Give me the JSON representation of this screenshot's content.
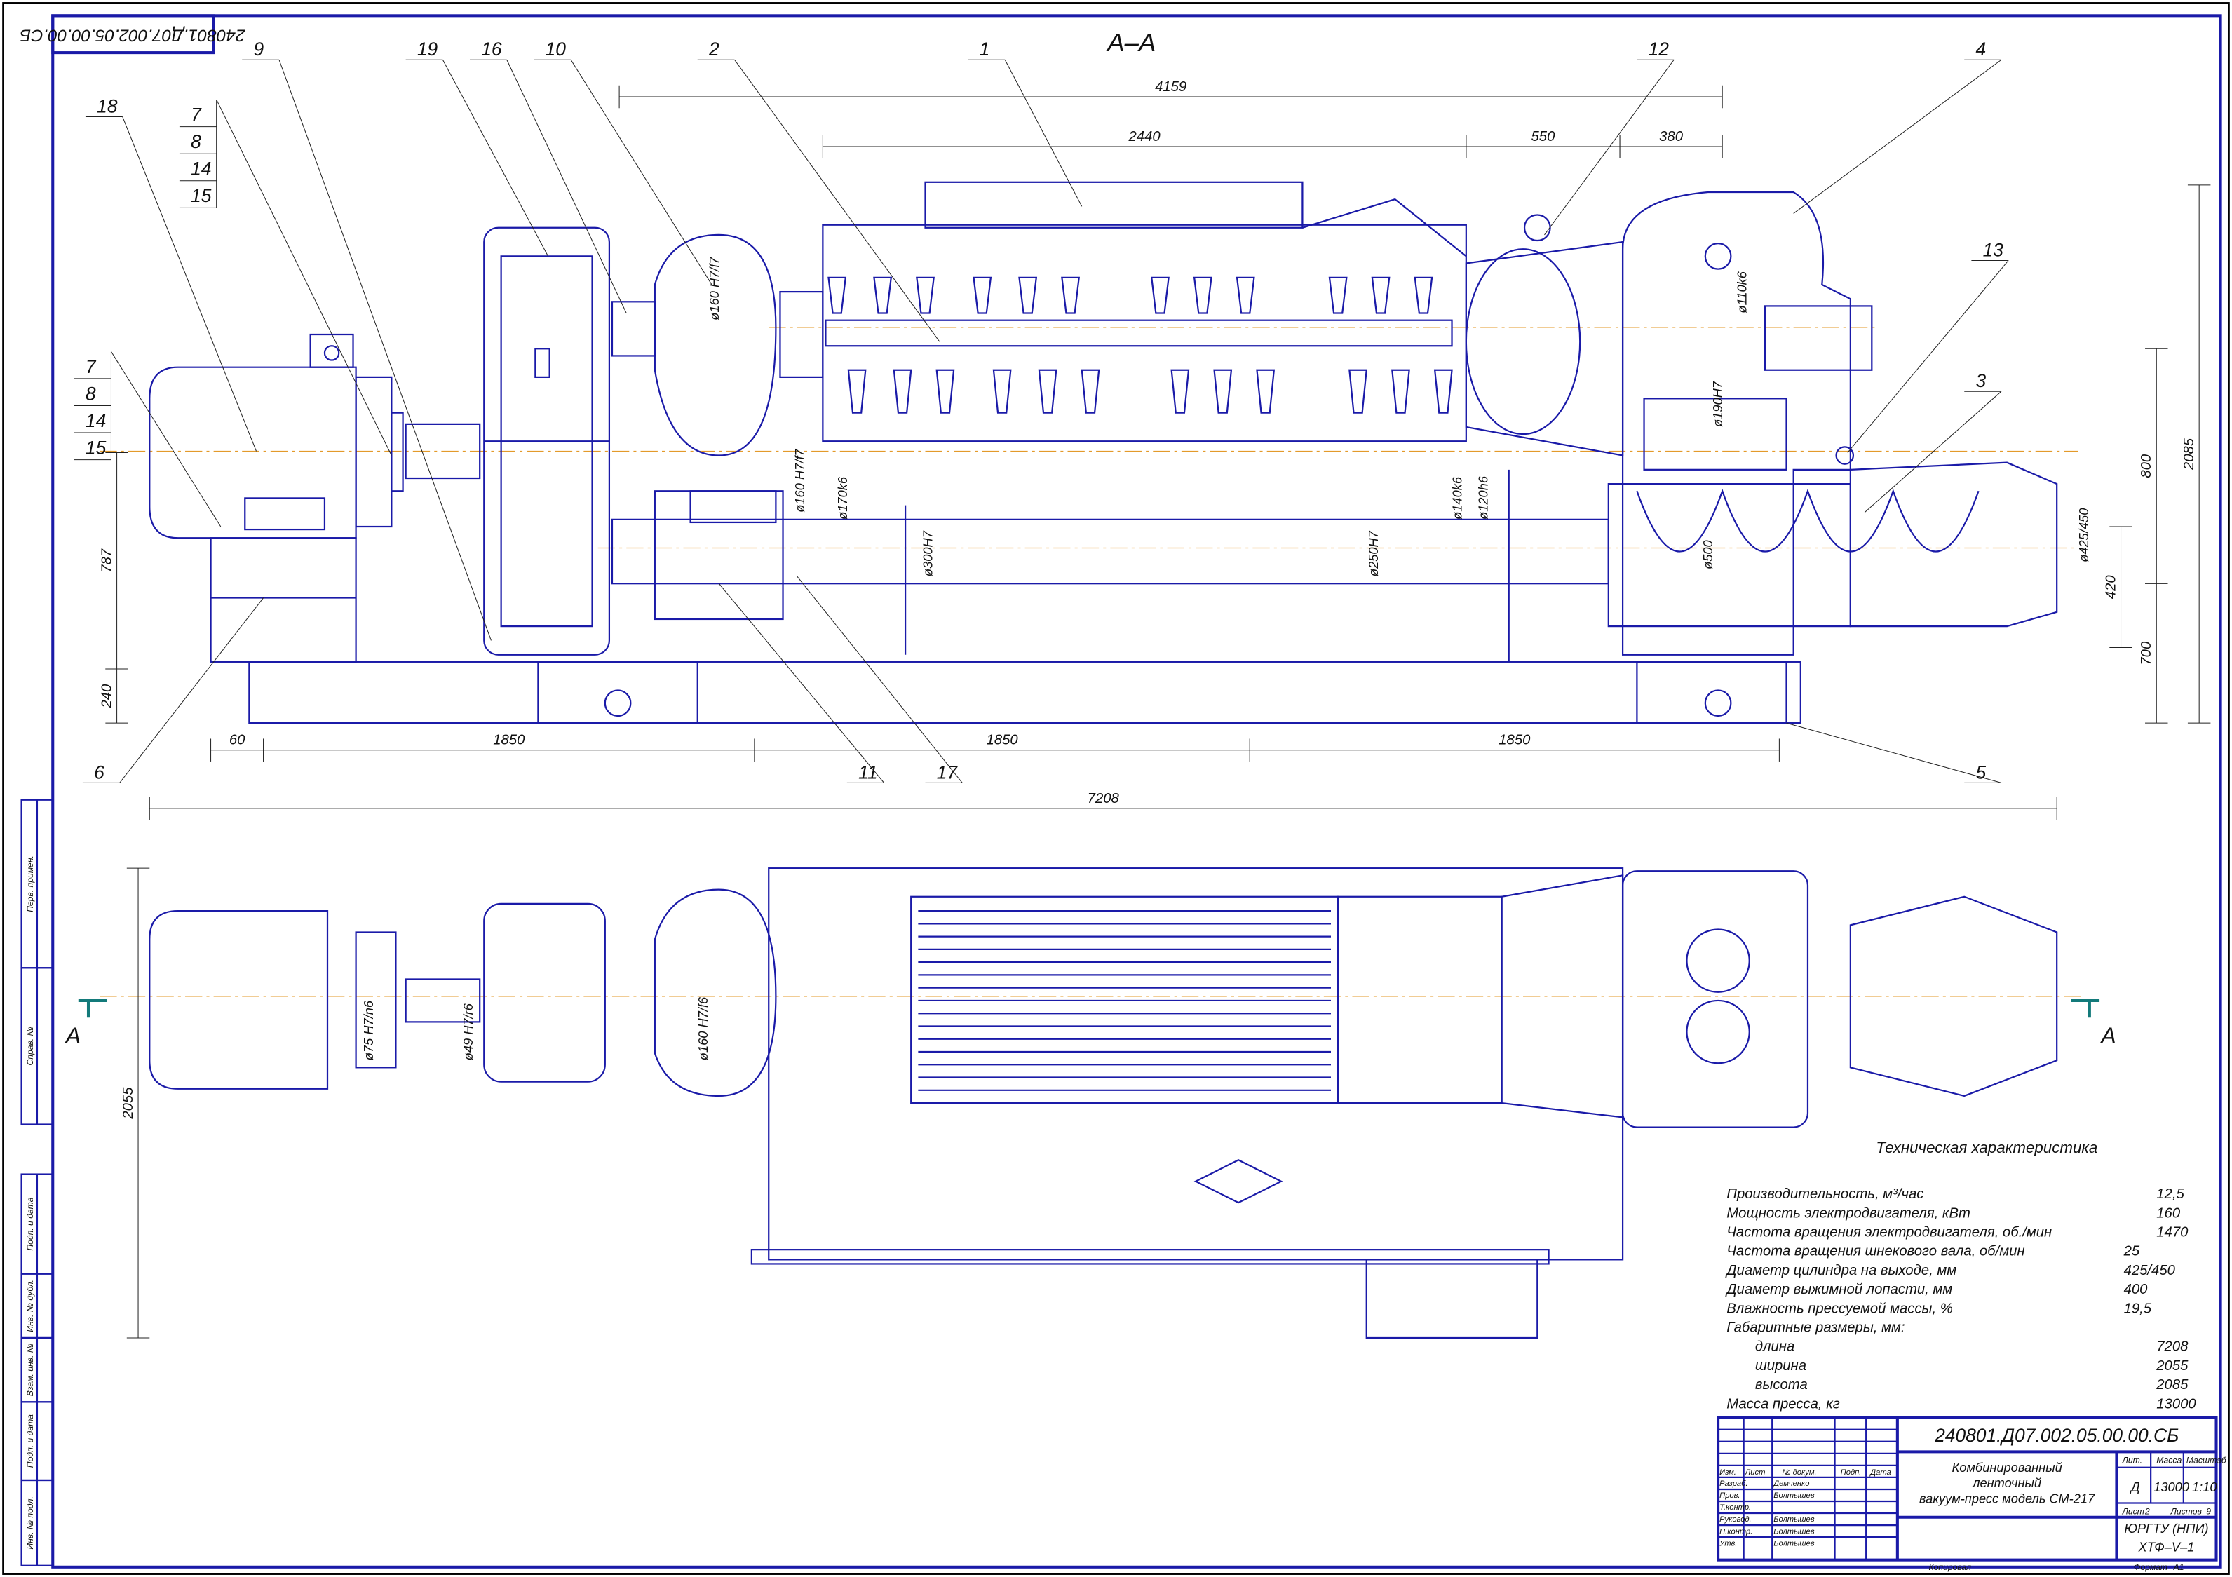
{
  "section_title": "А–А",
  "rotated_stamp": "240801.Д07.002.05.00.00.СБ",
  "position_numbers": {
    "p1": "1",
    "p2": "2",
    "p3": "3",
    "p4": "4",
    "p5": "5",
    "p6": "6",
    "p9": "9",
    "p10": "10",
    "p11": "11",
    "p12": "12",
    "p13": "13",
    "p16": "16",
    "p17": "17",
    "p18": "18",
    "p19": "19",
    "group_a": [
      "7",
      "8",
      "14",
      "15"
    ],
    "group_b": [
      "7",
      "8",
      "14",
      "15"
    ]
  },
  "dimensions": {
    "overall_top": "4159",
    "mixer_len": "2440",
    "d550": "550",
    "d380": "380",
    "h800": "800",
    "h2085": "2085",
    "h787": "787",
    "h240": "240",
    "w60": "60",
    "s1": "1850",
    "s2": "1850",
    "s3": "1850",
    "total_len": "7208",
    "h420": "420",
    "h700": "700",
    "width_2055": "2055"
  },
  "diameters": {
    "pulley": "ø160 H7/f7",
    "shaft_lower_a": "ø160 H7/f7",
    "d170k6": "ø170k6",
    "d300H7": "ø300H7",
    "d140k6": "ø140k6",
    "d120h6": "ø120h6",
    "d250H7": "ø250H7",
    "d500": "ø500",
    "d110k6": "ø110k6",
    "d190H7": "ø190H7",
    "d425": "ø425/450",
    "plan_75": "ø75 H7/n6",
    "plan_49": "ø49 H7/r6",
    "plan_160": "ø160 H7/f6"
  },
  "section_marks": {
    "left": "А",
    "right": "А"
  },
  "tech": {
    "title": "Техническая характеристика",
    "rows": [
      {
        "label": "Производительность, м³/час",
        "value": "12,5"
      },
      {
        "label": "Мощность электродвигателя, кВт",
        "value": "160"
      },
      {
        "label": "Частота вращения электродвигателя, об./мин",
        "value": "1470"
      },
      {
        "label": "Частота вращения шнекового вала, об/мин",
        "value": "25"
      },
      {
        "label": "Диаметр цилиндра на выходе, мм",
        "value": "425/450"
      },
      {
        "label": "Диаметр выжимной лопасти, мм",
        "value": "400"
      },
      {
        "label": "Влажность прессуемой массы, %",
        "value": "19,5"
      },
      {
        "label": "Габаритные размеры, мм:",
        "value": ""
      },
      {
        "label": "длина",
        "value": "7208"
      },
      {
        "label": "ширина",
        "value": "2055"
      },
      {
        "label": "высота",
        "value": "2085"
      },
      {
        "label": "Масса пресса, кг",
        "value": "13000"
      }
    ]
  },
  "title_block": {
    "designation": "240801.Д07.002.05.00.00.СБ",
    "name_lines": [
      "Комбинированный",
      "ленточный",
      "вакуум-пресс модель СМ-217"
    ],
    "header": {
      "izm": "Изм.",
      "list": "Лист",
      "doc": "№ докум.",
      "sign": "Подп.",
      "date": "Дата"
    },
    "roles": [
      {
        "role": "Разраб.",
        "name": "Демченко"
      },
      {
        "role": "Пров.",
        "name": "Болтышев"
      },
      {
        "role": "Т.контр.",
        "name": ""
      },
      {
        "role": "Руковод.",
        "name": "Болтышев"
      },
      {
        "role": "Н.контр.",
        "name": "Болтышев"
      },
      {
        "role": "Утв.",
        "name": "Болтышев"
      }
    ],
    "lit_label": "Лит.",
    "mass_label": "Масса",
    "scale_label": "Масштаб",
    "lit": "Д",
    "mass": "13000",
    "scale": "1:10",
    "sheet_label": "Лист",
    "sheet": "2",
    "sheets_label": "Листов",
    "sheets": "9",
    "org_1": "ЮРГТУ (НПИ)",
    "org_2": "ХТФ–V–1",
    "copied": "Копировал",
    "format_label": "Формат",
    "format": "А1"
  },
  "margin_stamps": [
    "Перв. примен.",
    "Справ. №",
    "Подп. и дата",
    "Инв. № дубл.",
    "Взам. инв. №",
    "Подп. и дата",
    "Инв. № подл."
  ]
}
